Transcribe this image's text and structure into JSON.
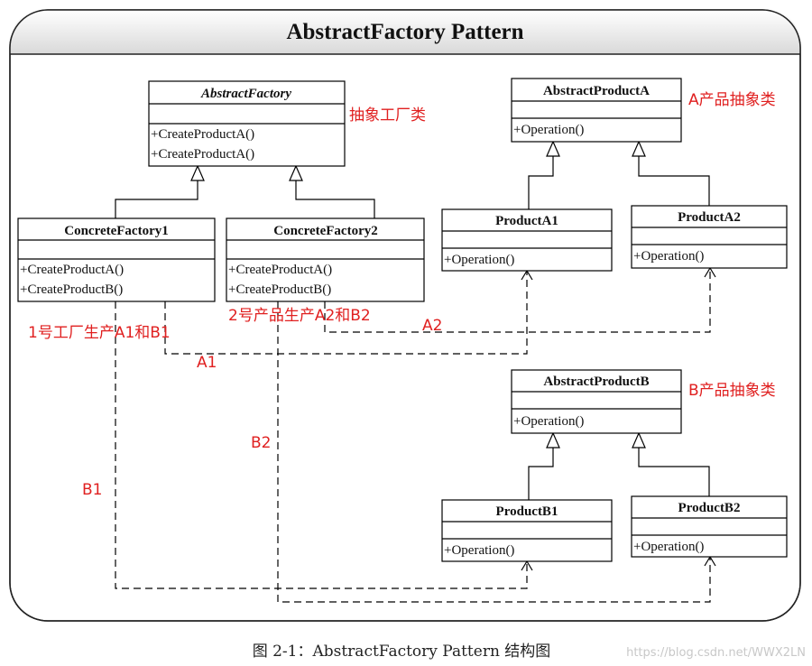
{
  "frame": {
    "title": "AbstractFactory Pattern"
  },
  "classes": {
    "abstract_factory": {
      "name": "AbstractFactory",
      "ops": [
        "+CreateProductA()",
        "+CreateProductA()"
      ]
    },
    "concrete_factory_1": {
      "name": "ConcreteFactory1",
      "ops": [
        "+CreateProductA()",
        "+CreateProductB()"
      ]
    },
    "concrete_factory_2": {
      "name": "ConcreteFactory2",
      "ops": [
        "+CreateProductA()",
        "+CreateProductB()"
      ]
    },
    "abstract_product_a": {
      "name": "AbstractProductA",
      "ops": [
        "+Operation()"
      ]
    },
    "product_a1": {
      "name": "ProductA1",
      "ops": [
        "+Operation()"
      ]
    },
    "product_a2": {
      "name": "ProductA2",
      "ops": [
        "+Operation()"
      ]
    },
    "abstract_product_b": {
      "name": "AbstractProductB",
      "ops": [
        "+Operation()"
      ]
    },
    "product_b1": {
      "name": "ProductB1",
      "ops": [
        "+Operation()"
      ]
    },
    "product_b2": {
      "name": "ProductB2",
      "ops": [
        "+Operation()"
      ]
    }
  },
  "annotations": {
    "abstract_factory_note": "抽象工厂类",
    "product_a_note": "A产品抽象类",
    "product_b_note": "B产品抽象类",
    "factory1_note": "1号工厂生产A1和B1",
    "factory2_note": "2号产品生产A2和B2",
    "a1_label": "A1",
    "a2_label": "A2",
    "b1_label": "B1",
    "b2_label": "B2"
  },
  "caption": "图 2-1：AbstractFactory Pattern 结构图",
  "watermark": "https://blog.csdn.net/WWX2LN"
}
